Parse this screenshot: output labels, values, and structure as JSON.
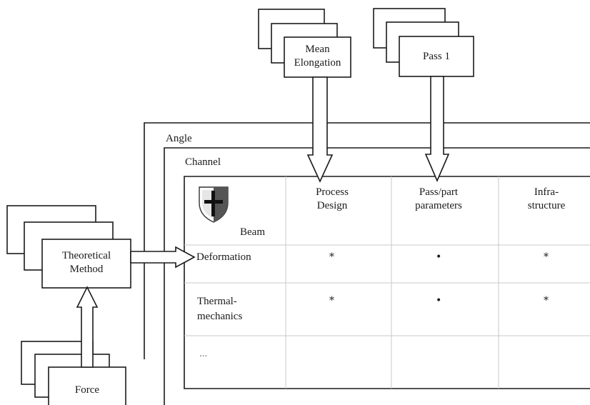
{
  "top_inputs": [
    {
      "label_line1": "Mean",
      "label_line2": "Elongation"
    },
    {
      "label_line1": "Pass 1"
    }
  ],
  "left_input": {
    "label_line1": "Theoretical",
    "label_line2": "Method"
  },
  "bottom_input": {
    "label": "Force"
  },
  "frames": {
    "outer": "Angle",
    "inner": "Channel"
  },
  "matrix": {
    "corner_label": "Beam",
    "columns": [
      {
        "line1": "Process",
        "line2": "Design"
      },
      {
        "line1": "Pass/part",
        "line2": "parameters"
      },
      {
        "line1": "Infra-",
        "line2": "structure"
      }
    ],
    "rows": [
      {
        "line1": "Deformation",
        "marks": [
          "*",
          "•",
          "*"
        ]
      },
      {
        "line1": "Thermal-",
        "line2": "mechanics",
        "marks": [
          "*",
          "•",
          "*"
        ]
      },
      {
        "line1": "..."
      }
    ]
  },
  "icons": {
    "crest": "shield-cross-icon"
  },
  "colors": {
    "line": "#1a1a1a",
    "grid": "#c9c9c9",
    "shield": "#555555"
  }
}
